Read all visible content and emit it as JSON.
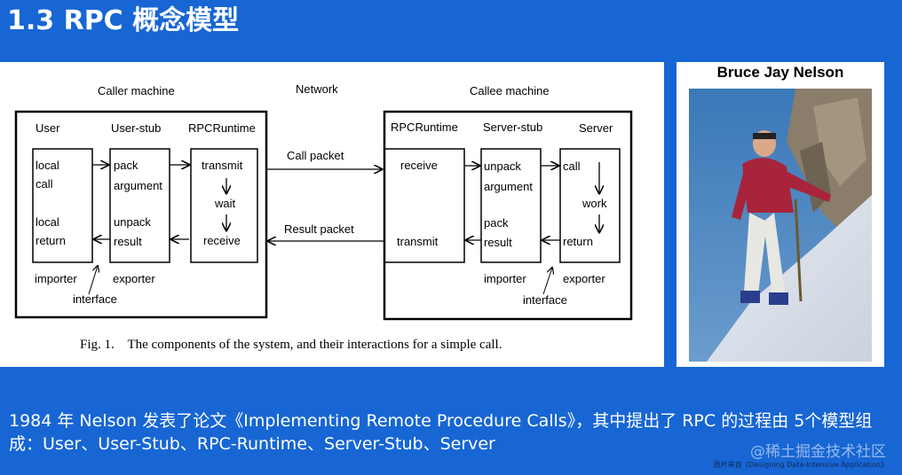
{
  "slide": {
    "title": "1.3 RPC 概念模型",
    "description": "1984 年 Nelson 发表了论文《Implementing Remote Procedure Calls》，其中提出了 RPC 的过程由 5个模型组成：User、User-Stub、RPC-Runtime、Server-Stub、Server",
    "watermark": "@稀土掘金技术社区",
    "source_note": "图片来自《Designing Data-Intensive Application》"
  },
  "photo": {
    "caption": "Bruce Jay Nelson"
  },
  "diagram": {
    "caller_machine": "Caller machine",
    "network": "Network",
    "callee_machine": "Callee machine",
    "caller_headers": {
      "user": "User",
      "user_stub": "User-stub",
      "rpc_runtime": "RPCRuntime"
    },
    "callee_headers": {
      "rpc_runtime": "RPCRuntime",
      "server_stub": "Server-stub",
      "server": "Server"
    },
    "user_box": {
      "local": "local",
      "call": "call",
      "local2": "local",
      "return": "return"
    },
    "user_stub_box": {
      "pack": "pack",
      "argument": "argument",
      "unpack": "unpack",
      "result": "result"
    },
    "caller_runtime_box": {
      "transmit": "transmit",
      "wait": "wait",
      "receive": "receive"
    },
    "callee_runtime_box": {
      "receive": "receive",
      "transmit": "transmit"
    },
    "server_stub_box": {
      "unpack": "unpack",
      "argument": "argument",
      "pack": "pack",
      "result": "result"
    },
    "server_box": {
      "call": "call",
      "work": "work",
      "return": "return"
    },
    "call_packet": "Call packet",
    "result_packet": "Result packet",
    "caller_importer": "importer",
    "caller_exporter": "exporter",
    "caller_interface": "interface",
    "callee_importer": "importer",
    "callee_exporter": "exporter",
    "callee_interface": "interface",
    "figure_caption": "Fig. 1.    The components of the system, and their interactions for a simple call."
  }
}
